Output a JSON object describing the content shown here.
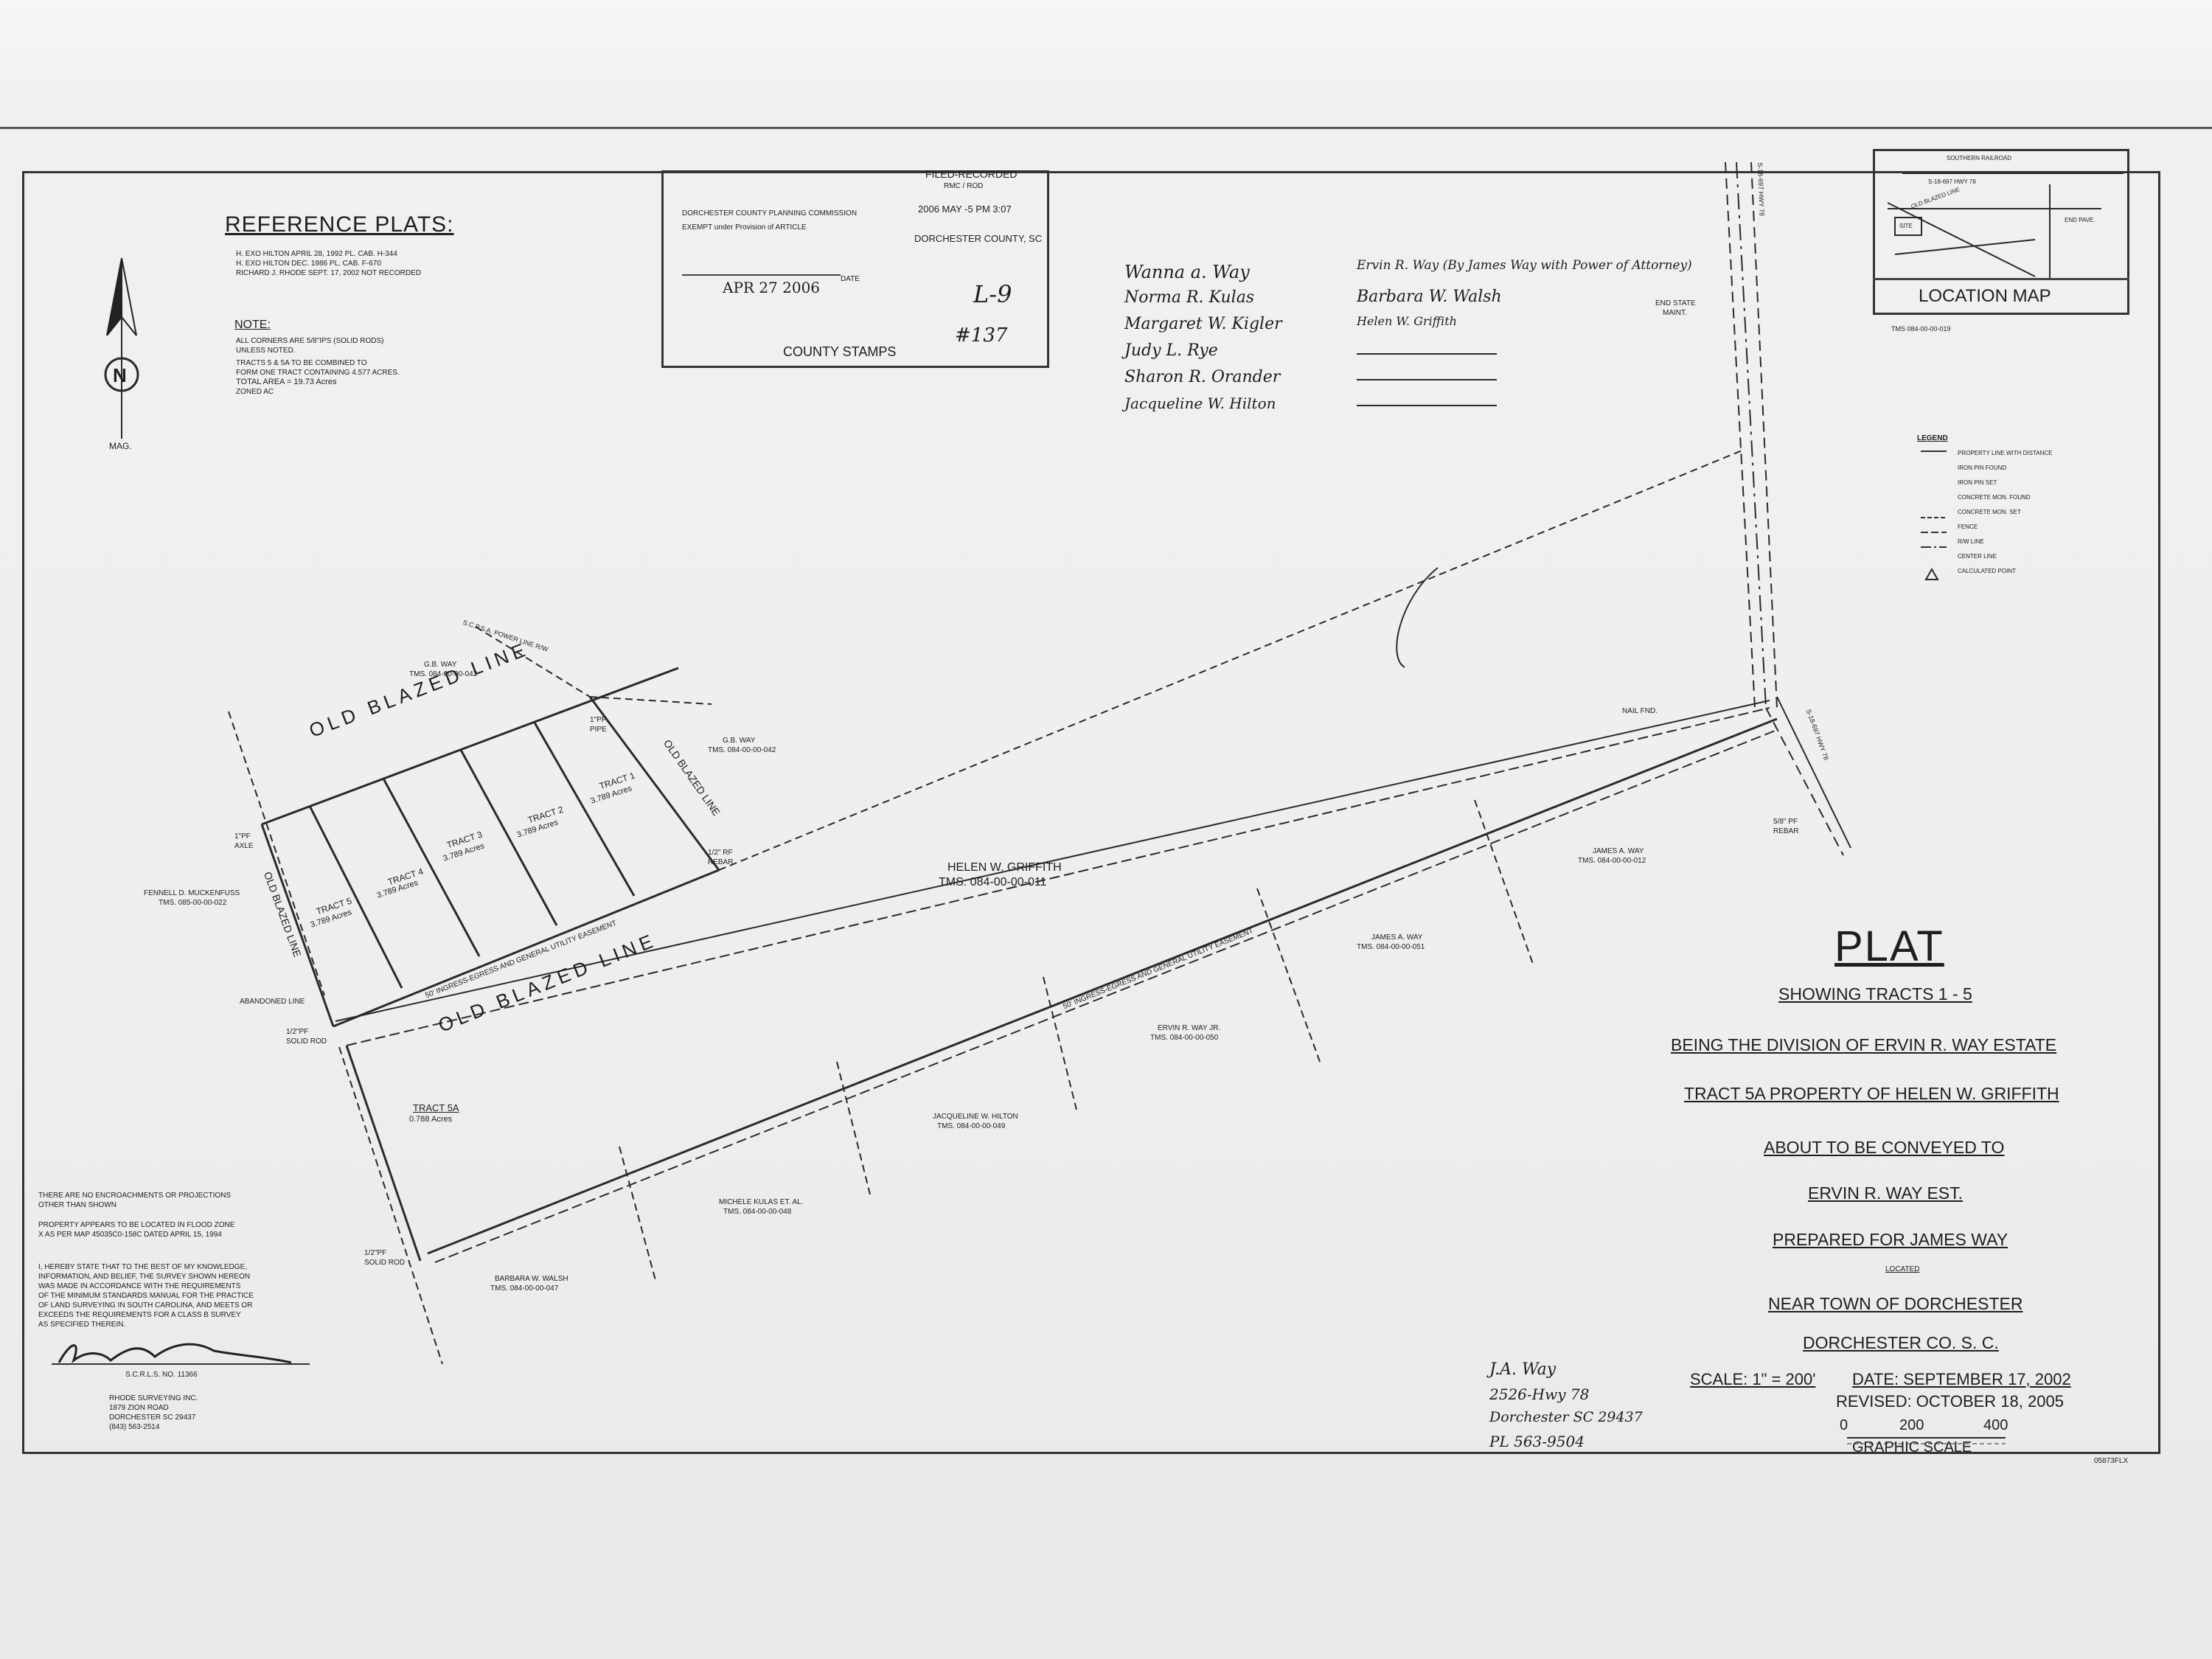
{
  "reference_plats": {
    "title": "REFERENCE PLATS:",
    "lines": [
      "H. EXO HILTON APRIL 28, 1992 PL. CAB. H-344",
      "H. EXO HILTON DEC. 1986 PL. CAB. F-670",
      "RICHARD J. RHODE SEPT. 17, 2002 NOT RECORDED"
    ]
  },
  "note": {
    "title": "NOTE:",
    "lines": [
      "ALL CORNERS ARE 5/8\"IPS (SOLID RODS)",
      "UNLESS NOTED.",
      "TRACTS 5 & 5A TO BE COMBINED TO",
      "FORM ONE TRACT CONTAINING 4.577 ACRES.",
      "TOTAL AREA = 19.73 Acres",
      "ZONED AC"
    ]
  },
  "north_arrow": {
    "letter": "N",
    "label": "MAG."
  },
  "county_box": {
    "commission": "DORCHESTER COUNTY PLANNING COMMISSION",
    "exempt": "EXEMPT under Provision of ARTICLE",
    "date_stamp": "APR 27 2006",
    "date_label": "DATE",
    "filed": "FILED-RECORDED",
    "filed_sub": "RMC / ROD",
    "filed_time": "2006 MAY -5 PM 3:07",
    "county": "DORCHESTER COUNTY, SC",
    "label": "COUNTY STAMPS",
    "hand1": "L-9",
    "hand2": "#137"
  },
  "signatures_left": [
    "Wanna a. Way",
    "Norma R. Kulas",
    "Margaret W. Kigler",
    "Judy L. Rye",
    "Sharon R. Orander",
    "Jacqueline W. Hilton"
  ],
  "signatures_right": [
    "Ervin R. Way (By James Way with Power of Attorney)",
    "Barbara W. Walsh",
    "Helen W. Griffith"
  ],
  "location_map": {
    "title": "LOCATION MAP",
    "tms": "TMS 084-00-00-019",
    "labels": [
      "SOUTHERN RAILROAD",
      "S-18-697 HWY 78",
      "OLD BLAZED LINE",
      "SITE",
      "END PAVE."
    ]
  },
  "legend": {
    "title": "LEGEND",
    "items": [
      "PROPERTY LINE WITH DISTANCE",
      "IRON PIN FOUND",
      "IRON PIN SET",
      "CONCRETE MON. FOUND",
      "CONCRETE MON. SET",
      "FENCE",
      "R/W LINE",
      "CENTER LINE",
      "CALCULATED POINT"
    ]
  },
  "map_labels": {
    "old_blazed_top": "OLD BLAZED LINE",
    "old_blazed_bottom": "OLD BLAZED LINE",
    "old_blazed_left": "OLD BLAZED LINE",
    "old_blazed_right": "OLD BLAZED LINE",
    "helen_name": "HELEN W. GRIFFITH",
    "helen_tms": "TMS. 084-00-00-011",
    "tract1": "TRACT 1",
    "tract1_ac": "3.789 Acres",
    "tract2": "TRACT 2",
    "tract2_ac": "3.789 Acres",
    "tract3": "TRACT 3",
    "tract3_ac": "3.789 Acres",
    "tract4": "TRACT 4",
    "tract4_ac": "3.789 Acres",
    "tract5": "TRACT 5",
    "tract5_ac": "3.789 Acres",
    "tract5a": "TRACT 5A",
    "tract5a_ac": "0.788 Acres",
    "gb_way": "G.B. WAY",
    "gb_way_tms": "TMS. 084-00-00-042",
    "gb_way2": "G.B. WAY",
    "gb_way2_tms": "TMS. 084-00-00-042",
    "fennell": "FENNELL D. MUCKENFUSS",
    "fennell_tms": "TMS. 085-00-00-022",
    "james1": "JAMES A. WAY",
    "james1_tms": "TMS. 084-00-00-012",
    "james2": "JAMES A. WAY",
    "james2_tms": "TMS. 084-00-00-051",
    "ervin_jr": "ERVIN R. WAY JR.",
    "ervin_jr_tms": "TMS. 084-00-00-050",
    "jacqueline": "JACQUELINE W. HILTON",
    "jacqueline_tms": "TMS. 084-00-00-049",
    "michele": "MICHELE KULAS ET. AL.",
    "michele_tms": "TMS. 084-00-00-048",
    "barbara": "BARBARA W. WALSH",
    "barbara_tms": "TMS. 084-00-00-047",
    "abandoned": "ABANDONED LINE",
    "easement1": "50' INGRESS-EGRESS AND GENERAL UTILITY EASEMENT",
    "easement2": "50' INGRESS-EGRESS AND GENERAL UTILITY EASEMENT",
    "power_line": "S.C.P.S.A. POWER LINE R/W",
    "road_top": "S-18-697 HWY 78",
    "road_bottom": "S-18-697 HWY 78",
    "end_state": "END STATE",
    "end_state_sub": "MAINT.",
    "nail": "NAIL FND.",
    "rebar": "1/2\" RF REBAR",
    "pipe": "1\"PF PIPE",
    "axle": "1\"PF AXLE",
    "solid_rod1": "1/2\"PF SOLID ROD",
    "solid_rod2": "1/2\"PF SOLID ROD",
    "rebar2": "5/8\" PF REBAR"
  },
  "title_block": {
    "plat": "PLAT",
    "showing": "SHOWING TRACTS 1 - 5",
    "being": "BEING THE DIVISION OF ERVIN R. WAY ESTATE",
    "tract5a": "TRACT 5A PROPERTY OF HELEN W. GRIFFITH",
    "about": "ABOUT TO BE CONVEYED TO",
    "estate": "ERVIN R. WAY EST.",
    "prepared": "PREPARED FOR JAMES WAY",
    "located": "LOCATED",
    "near": "NEAR TOWN OF DORCHESTER",
    "county": "DORCHESTER CO. S. C.",
    "scale": "SCALE: 1\" = 200'",
    "date": "DATE: SEPTEMBER 17, 2002",
    "revised": "REVISED: OCTOBER 18, 2005",
    "scale_ticks": [
      "0",
      "200",
      "400"
    ],
    "graphic": "GRAPHIC SCALE",
    "drawing_no": "05873FLX"
  },
  "handwritten_address": [
    "J.A. Way",
    "2526-Hwy 78",
    "Dorchester SC 29437",
    "PL 563-9504"
  ],
  "certification": {
    "encroach": [
      "THERE ARE NO ENCROACHMENTS OR PROJECTIONS",
      "OTHER THAN SHOWN"
    ],
    "flood": [
      "PROPERTY APPEARS TO BE LOCATED IN FLOOD ZONE",
      "X AS PER MAP 45035C0-158C DATED APRIL 15, 1994"
    ],
    "statement": [
      "I, HEREBY STATE THAT TO THE BEST OF MY KNOWLEDGE,",
      "INFORMATION, AND BELIEF, THE SURVEY SHOWN HEREON",
      "WAS MADE IN ACCORDANCE WITH THE REQUIREMENTS",
      "OF THE MINIMUM STANDARDS MANUAL FOR THE PRACTICE",
      "OF LAND SURVEYING IN SOUTH CAROLINA, AND MEETS OR",
      "EXCEEDS THE REQUIREMENTS FOR A CLASS B SURVEY",
      "AS SPECIFIED THEREIN."
    ],
    "reg": "S.C.R.L.S. NO. 11366",
    "firm": [
      "RHODE SURVEYING INC.",
      "1879 ZION ROAD",
      "DORCHESTER SC 29437",
      "(843) 563-2514"
    ]
  }
}
